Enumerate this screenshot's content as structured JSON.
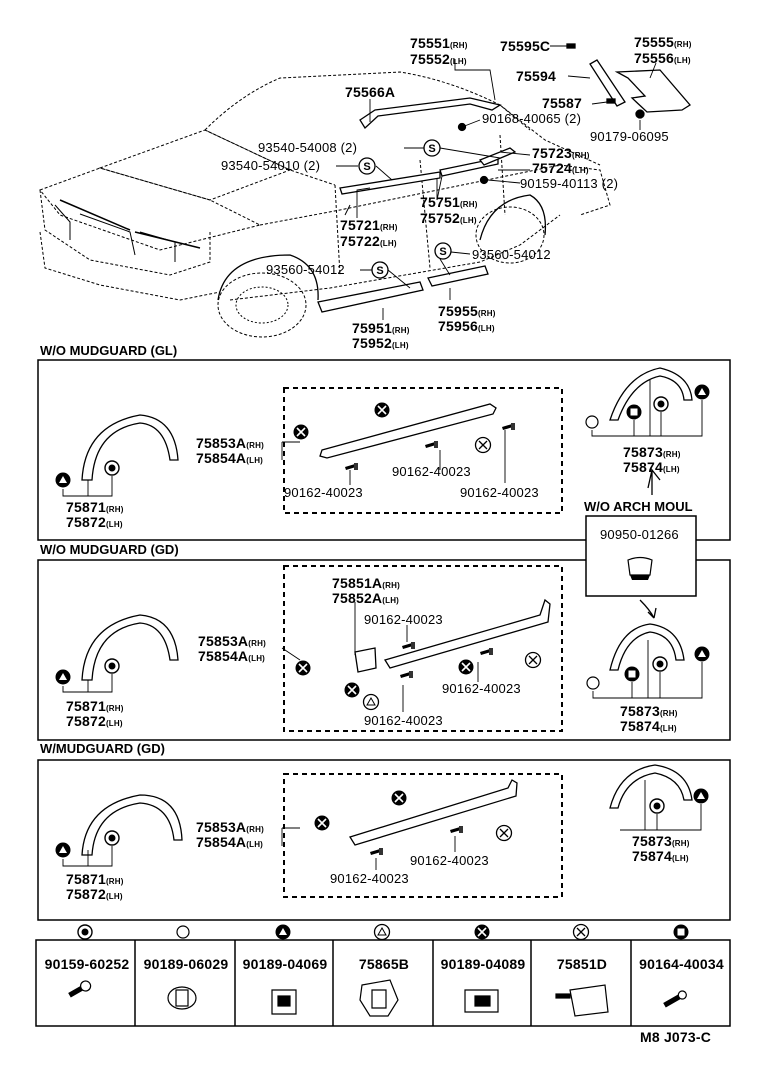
{
  "top": {
    "p75551": "75551",
    "p75552": "75552",
    "p75595c": "75595C",
    "p75594": "75594",
    "p75587": "75587",
    "p75555": "75555",
    "p75556": "75556",
    "p75566a": "75566A",
    "p90168": "90168-40065 (2)",
    "p90179": "90179-06095",
    "p93540a": "93540-54008 (2)",
    "p93540b": "93540-54010 (2)",
    "p75723": "75723",
    "p75724": "75724",
    "p90159b": "90159-40113 (2)",
    "p75751": "75751",
    "p75752": "75752",
    "p75721": "75721",
    "p75722": "75722",
    "p93560a": "93560-54012",
    "p93560b": "93560-54012",
    "p75955": "75955",
    "p75956": "75956",
    "p75951": "75951",
    "p75952": "75952",
    "rh": "(RH)",
    "lh": "(LH)",
    "s": "S"
  },
  "sections": {
    "gl_title": "W/O MUDGUARD (GL)",
    "gd_title": "W/O MUDGUARD (GD)",
    "wm_title": "W/MUDGUARD (GD)",
    "arch_title": "W/O ARCH MOUL",
    "arch_part": "90950-01266"
  },
  "parts": {
    "p75853a": "75853A",
    "p75854a": "75854A",
    "p75871": "75871",
    "p75872": "75872",
    "p75873": "75873",
    "p75874": "75874",
    "p75851a": "75851A",
    "p75852a": "75852A",
    "p90162": "90162-40023"
  },
  "legend": [
    {
      "code": "90159-60252",
      "symbol": "dot-circle"
    },
    {
      "code": "90189-06029",
      "symbol": "small-circle"
    },
    {
      "code": "90189-04069",
      "symbol": "filled-triangle"
    },
    {
      "code": "75865B",
      "symbol": "open-triangle"
    },
    {
      "code": "90189-04089",
      "symbol": "filled-cross"
    },
    {
      "code": "75851D",
      "symbol": "open-cross"
    },
    {
      "code": "90164-40034",
      "symbol": "filled-square"
    }
  ],
  "footer": "M8 J073-C"
}
